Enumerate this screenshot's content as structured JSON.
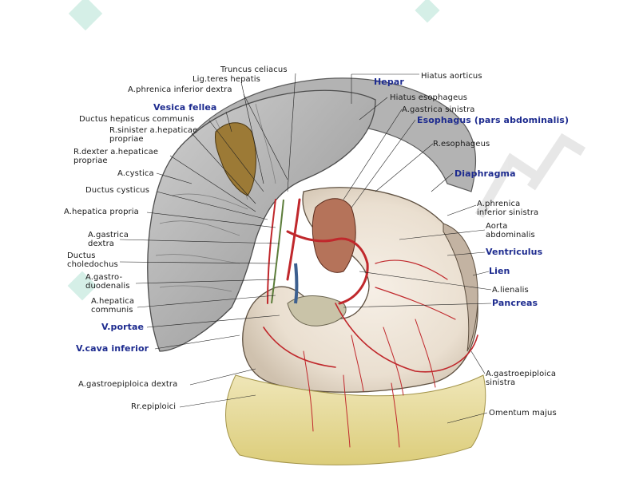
{
  "labels_left": {
    "truncus_celiacus": "Truncus celiacus",
    "lig_teres_hepatis": "Lig.teres hepatis",
    "a_phrenica_inferior_dextra": "A.phrenica inferior dextra",
    "vesica_fellea": "Vesica fellea",
    "ductus_hepaticus_communis": "Ductus hepaticus communis",
    "r_sinister": "R.sinister a.hepaticae\npropriae",
    "r_dexter": "R.dexter a.hepaticae\npropriae",
    "a_cystica": "A.cystica",
    "ductus_cysticus": "Ductus cysticus",
    "a_hepatica_propria": "A.hepatica propria",
    "a_gastrica_dextra": "A.gastrica\ndextra",
    "ductus_choledochus": "Ductus\ncholedochus",
    "a_gastroduodenalis": "A.gastro-\nduodenalis",
    "a_hepatica_communis": "A.hepatica\ncommunis",
    "v_portae": "V.portae",
    "v_cava_inferior": "V.cava inferior",
    "a_gastroepiploica_dextra": "A.gastroepiploica dextra",
    "rr_epiploici": "Rr.epiploici"
  },
  "labels_right": {
    "hiatus_aorticus": "Hiatus aorticus",
    "hepar": "Hepar",
    "hiatus_esophageus": "Hiatus esophageus",
    "a_gastrica_sinistra": "A.gastrica sinistra",
    "esophagus": "Esophagus (pars abdominalis)",
    "r_esophageus": "R.esophageus",
    "diaphragma": "Diaphragma",
    "a_phrenica_inferior_sinistra": "A.phrenica\ninferior sinistra",
    "aorta_abdominalis": "Aorta\nabdominalis",
    "ventriculus": "Ventriculus",
    "lien": "Lien",
    "a_lienalis": "A.lienalis",
    "pancreas": "Pancreas",
    "a_gastroepiploica_sinistra": "A.gastroepiploica\nsinistra",
    "omentum_majus": "Omentum majus"
  },
  "colors": {
    "label_text": "#1a1a1a",
    "label_highlight": "#1d2b8f",
    "liver": "#b9b9b9",
    "stomach": "#efe6dc",
    "omentum": "#e8dca0",
    "artery": "#c0282c",
    "watermark": "#2fae86"
  }
}
